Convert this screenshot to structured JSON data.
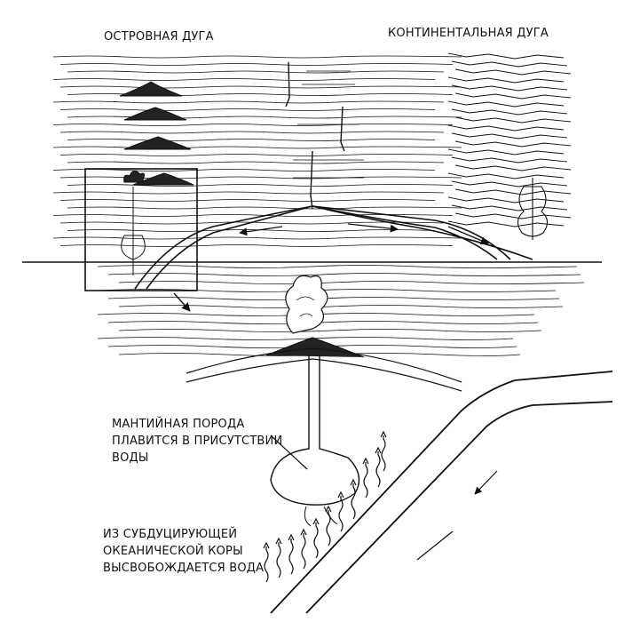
{
  "labels": {
    "island_arc": "ОСТРОВНАЯ ДУГА",
    "continental_arc": "КОНТИНЕНТАЛЬНАЯ ДУГА",
    "mantle_melting": [
      "МАНТИЙНАЯ ПОРОДА",
      "ПЛАВИТСЯ В ПРИСУТСТВИИ",
      "ВОДЫ"
    ],
    "water_release": [
      "ИЗ СУБДУЦИРУЮЩЕЙ",
      "ОКЕАНИЧЕСКОЙ КОРЫ",
      "ВЫСВОБОЖДАЕТСЯ ВОДА"
    ]
  },
  "colors": {
    "ink": "#111111",
    "paper": "#ffffff"
  }
}
